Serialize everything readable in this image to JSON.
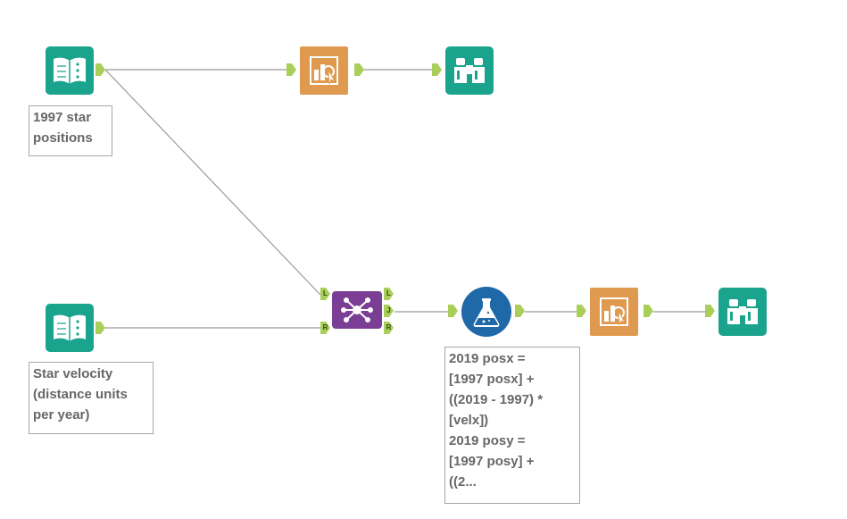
{
  "colors": {
    "input": "#1aa38d",
    "browse": "#1aa38d",
    "report": "#e09a4f",
    "join": "#7a3f94",
    "formula": "#1f69a8",
    "anchor": "#a9cf5a",
    "connection": "#9a9a9a"
  },
  "tools": {
    "input_1": {
      "icon": "book-icon"
    },
    "input_2": {
      "icon": "book-icon"
    },
    "report_1": {
      "icon": "report-chart-cursor-icon"
    },
    "report_2": {
      "icon": "report-chart-cursor-icon"
    },
    "browse_1": {
      "icon": "binoculars-icon"
    },
    "browse_2": {
      "icon": "binoculars-icon"
    },
    "join": {
      "icon": "join-network-icon",
      "anchors": {
        "left": "L",
        "right": "R",
        "out_left": "L",
        "out_join": "J",
        "out_right": "R"
      }
    },
    "formula": {
      "icon": "flask-icon"
    }
  },
  "annotations": {
    "input_1": "1997 star\npositions",
    "input_2": "Star velocity\n(distance units\nper year)",
    "formula": "2019 posx =\n[1997 posx] +\n((2019 - 1997) *\n[velx])\n2019 posy =\n[1997 posy] +\n((2..."
  }
}
